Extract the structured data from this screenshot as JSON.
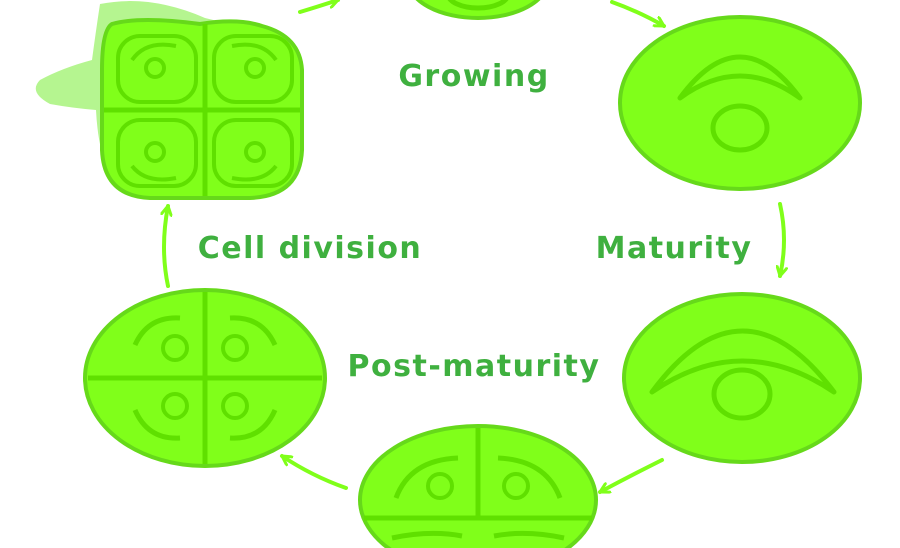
{
  "colors": {
    "cell_fill": "#80ff1a",
    "cell_outline": "#66d91a",
    "cell_dark": "#5fe000",
    "membrane": "#b5f590",
    "label": "#3fb03f",
    "background": "#ffffff"
  },
  "labels": {
    "growing": "Growing",
    "maturity": "Maturity",
    "post_maturity": "Post-maturity",
    "cell_division": "Cell division"
  }
}
